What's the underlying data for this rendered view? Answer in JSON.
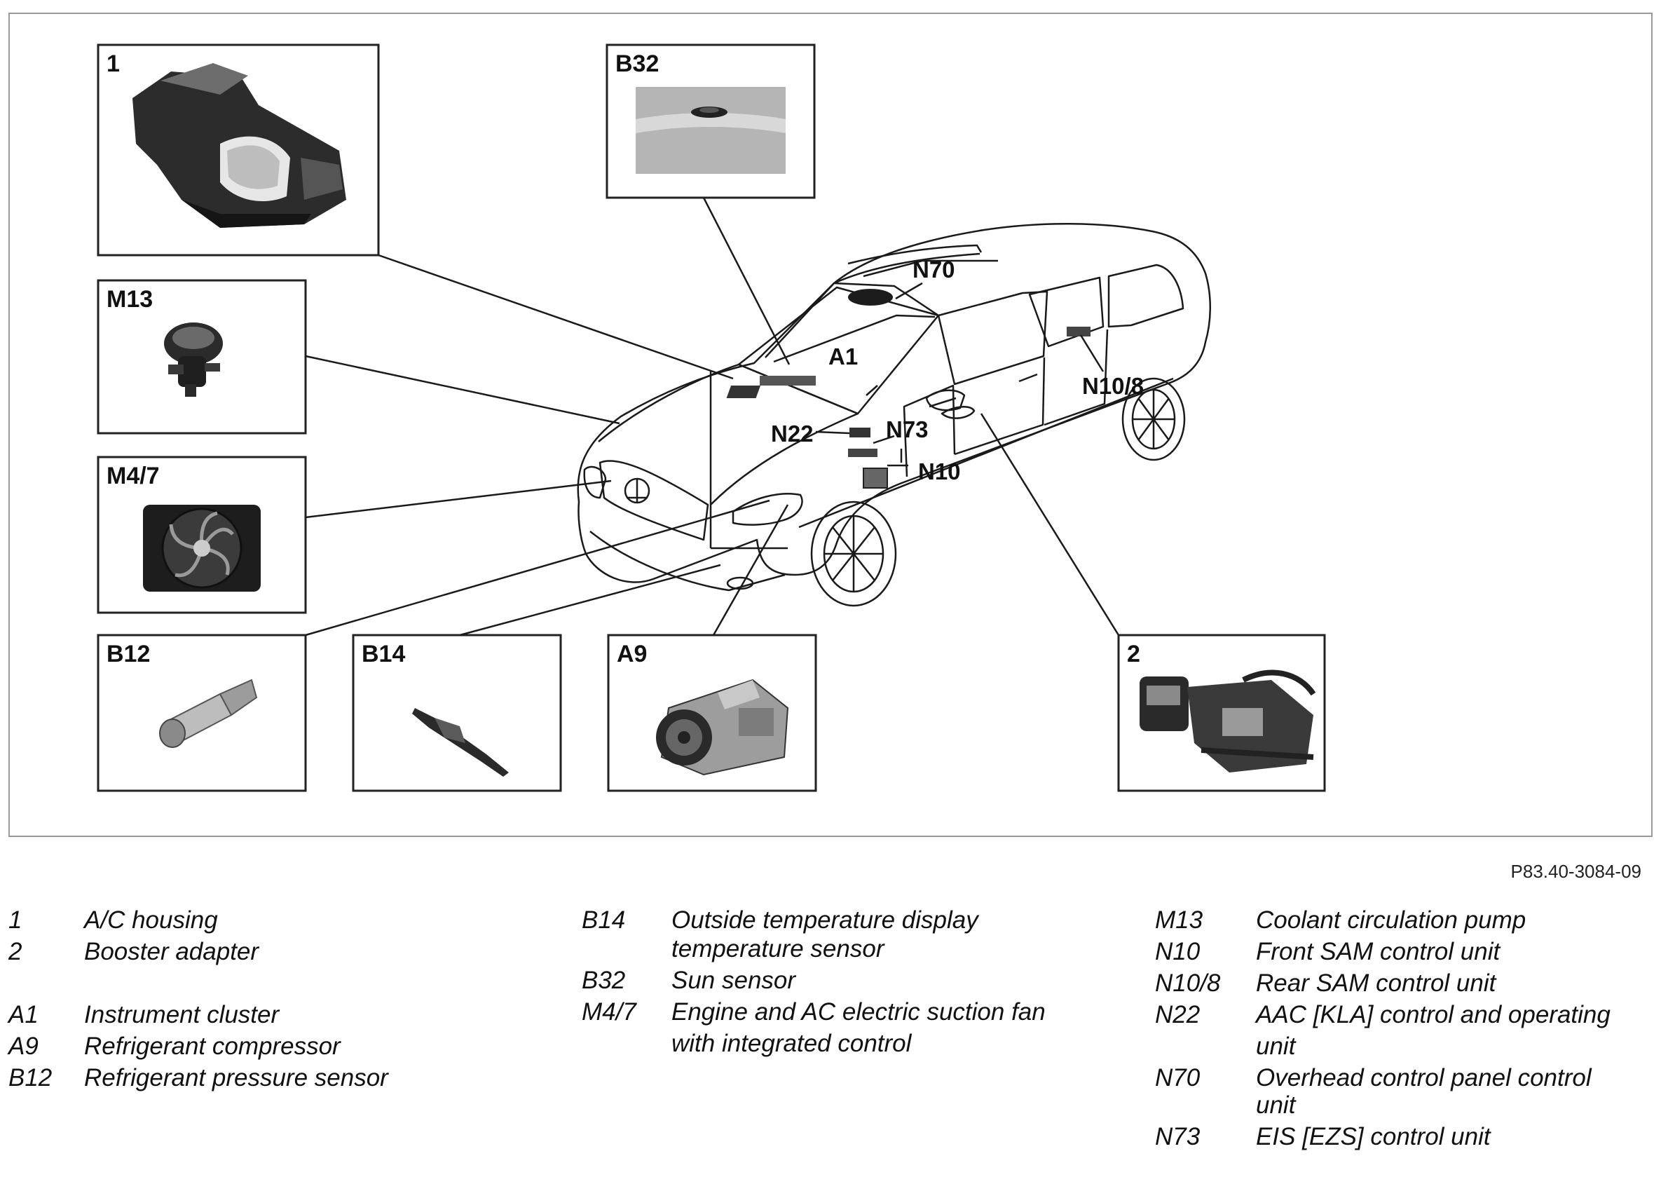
{
  "figure": {
    "reference": "P83.40-3084-09",
    "boxes": {
      "ac_housing": "1",
      "sun_sensor": "B32",
      "coolant_pump": "M13",
      "suction_fan": "M4/7",
      "pressure_sensor": "B12",
      "temp_sensor": "B14",
      "compressor": "A9",
      "booster_adapter": "2"
    },
    "callouts": {
      "overhead_panel": "N70",
      "instrument_cluster": "A1",
      "aac_unit": "N22",
      "eis_unit": "N73",
      "front_sam": "N10",
      "rear_sam": "N10/8"
    }
  },
  "legend": {
    "col1": [
      {
        "code": "1",
        "text": "A/C housing"
      },
      {
        "code": "2",
        "text": "Booster adapter"
      },
      {
        "code": "A1",
        "text": "Instrument cluster"
      },
      {
        "code": "A9",
        "text": "Refrigerant compressor"
      },
      {
        "code": "B12",
        "text": "Refrigerant pressure sensor"
      }
    ],
    "col2": [
      {
        "code": "B14",
        "text": "Outside temperature display",
        "text2": "temperature sensor"
      },
      {
        "code": "B32",
        "text": "Sun sensor"
      },
      {
        "code": "M4/7",
        "text": "Engine and AC electric suction fan",
        "text2": "with integrated control"
      }
    ],
    "col3": [
      {
        "code": "M13",
        "text": "Coolant circulation pump"
      },
      {
        "code": "N10",
        "text": "Front SAM control unit"
      },
      {
        "code": "N10/8",
        "text": "Rear SAM control unit"
      },
      {
        "code": "N22",
        "text": "AAC [KLA] control and operating",
        "text2": "unit"
      },
      {
        "code": "N70",
        "text": "Overhead control panel control",
        "text2": "unit"
      },
      {
        "code": "N73",
        "text": "EIS [EZS] control unit"
      }
    ]
  }
}
